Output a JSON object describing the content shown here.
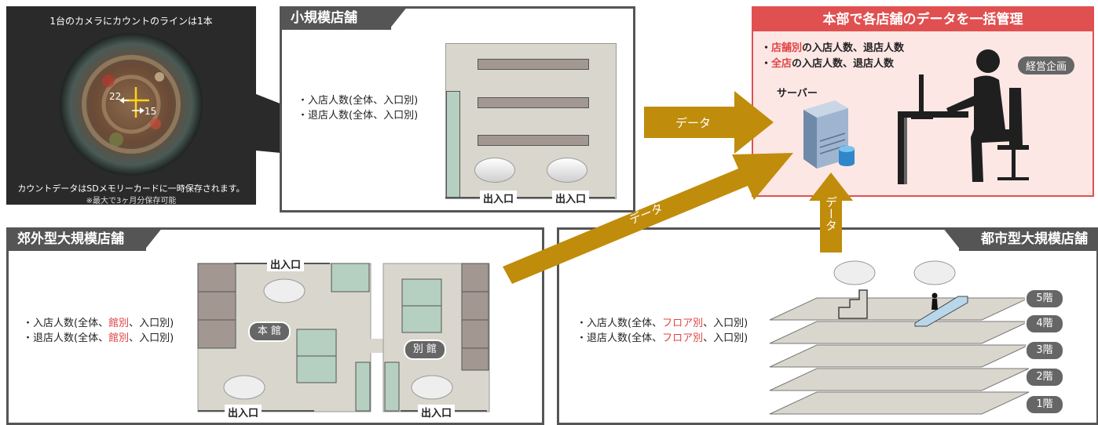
{
  "camera_panel": {
    "title": "1台のカメラにカウントのラインは1本",
    "count_in": "22",
    "count_out": "15",
    "note": "カウントデータはSDメモリーカードに一時保存されます。",
    "subnote": "※最大で3ヶ月分保存可能"
  },
  "small_store": {
    "title": "小規模店舗",
    "bullets": [
      "・入店人数(全体、入口別)",
      "・退店人数(全体、入口別)"
    ],
    "entrance_1": "出入口",
    "entrance_2": "出入口"
  },
  "hq": {
    "title": "本部で各店舗のデータを一括管理",
    "bullet_1_prefix": "・",
    "bullet_1_red": "店舗別",
    "bullet_1_rest": "の入店人数、退店人数",
    "bullet_2_prefix": "・",
    "bullet_2_red": "全店",
    "bullet_2_rest": "の入店人数、退店人数",
    "server_label": "サーバー",
    "planning_label": "経営企画"
  },
  "arrows": {
    "top": "データ",
    "diagonal": "データ",
    "vertical": "データ"
  },
  "suburban_store": {
    "title": "郊外型大規模店舗",
    "bullet_1_a": "・入店人数(全体、",
    "bullet_1_red": "館別",
    "bullet_1_b": "、入口別)",
    "bullet_2_a": "・退店人数(全体、",
    "bullet_2_red": "館別",
    "bullet_2_b": "、入口別)",
    "entrance_top": "出入口",
    "entrance_bottom_left": "出入口",
    "entrance_bottom_right": "出入口",
    "main_building": "本 館",
    "annex": "別 館"
  },
  "urban_store": {
    "title": "都市型大規模店舗",
    "bullet_1_a": "・入店人数(全体、",
    "bullet_1_red": "フロア別",
    "bullet_1_b": "、入口別)",
    "bullet_2_a": "・退店人数(全体、",
    "bullet_2_red": "フロア別",
    "bullet_2_b": "、入口別)",
    "floors": [
      "5階",
      "4階",
      "3階",
      "2階",
      "1階"
    ]
  },
  "colors": {
    "arrow": "#c08c0b",
    "hq_header": "#e05050",
    "hq_bg": "#fde7e5",
    "panel_border": "#555555",
    "floor_plan": "#d9d7cd",
    "shelf": "#a39891",
    "green_area": "#b5cfc0"
  }
}
